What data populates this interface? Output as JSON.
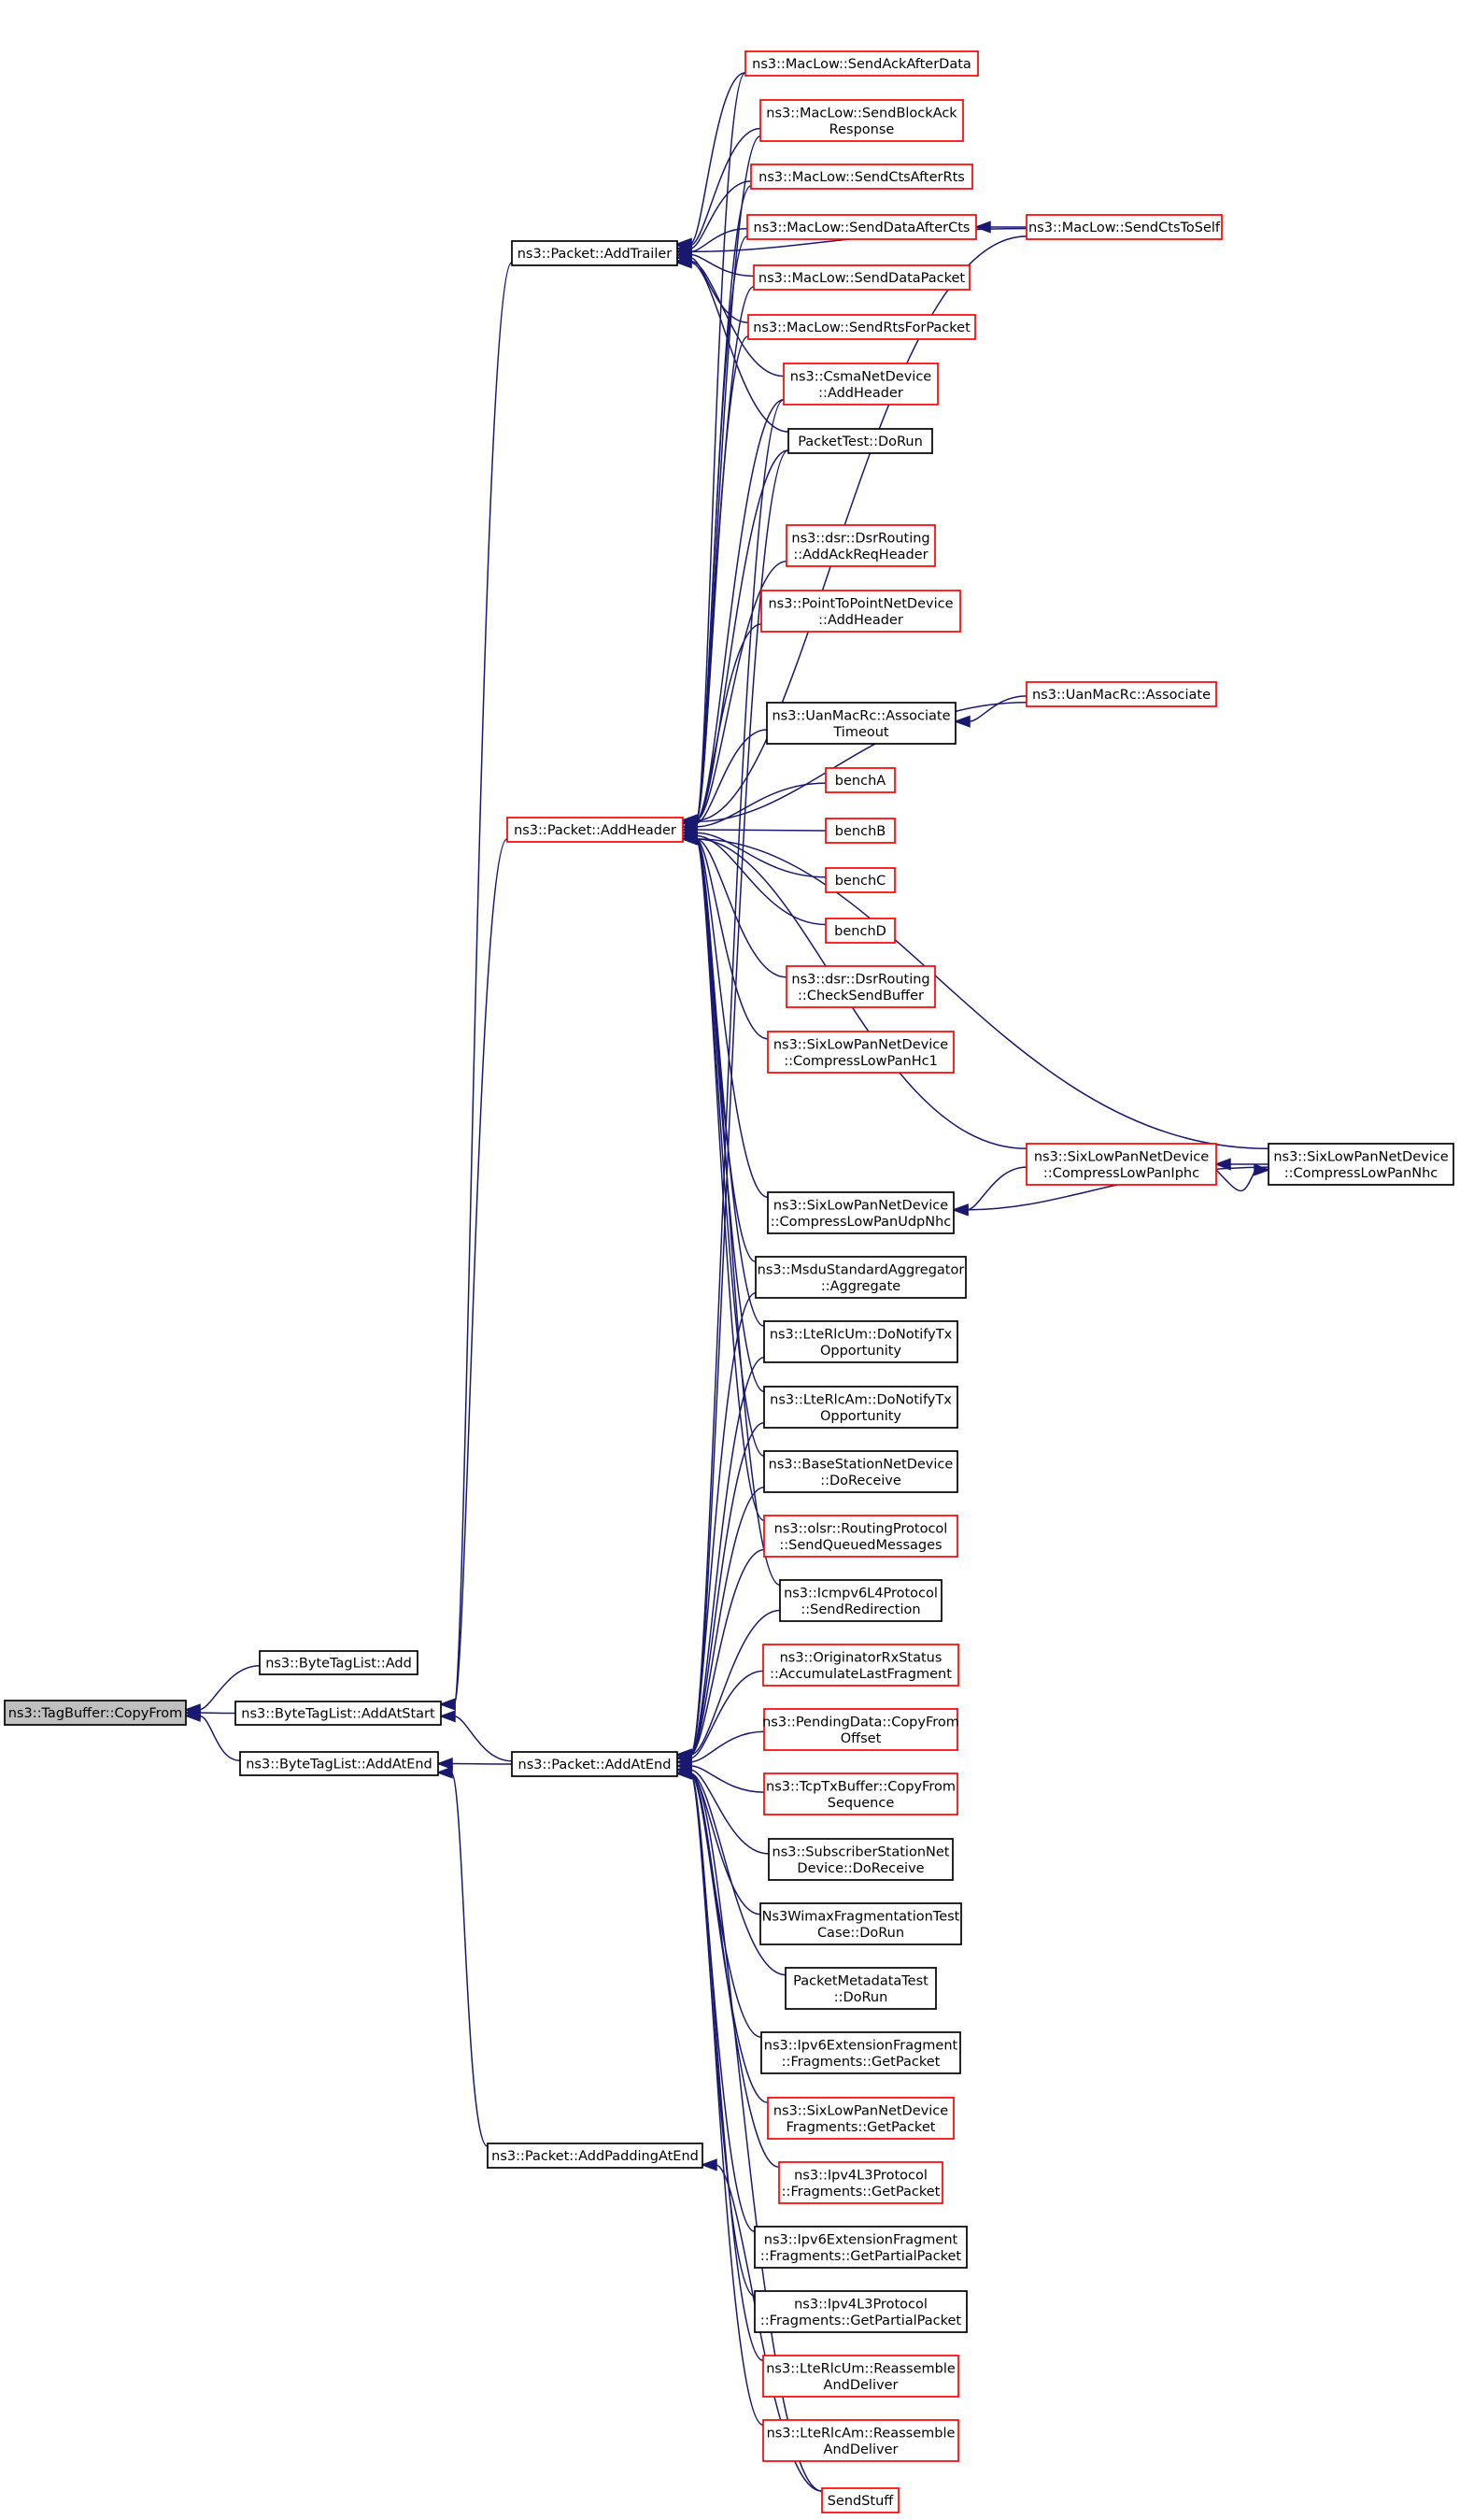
{
  "colors": {
    "edge": "#191970",
    "border_default": "#000000",
    "border_red": "#ff0000",
    "root_fill": "#bfbfbf",
    "node_fill": "#ffffff"
  },
  "nodes": [
    {
      "id": "root",
      "lines": [
        "ns3::TagBuffer::CopyFrom"
      ],
      "style": "root"
    },
    {
      "id": "btl_add",
      "lines": [
        "ns3::ByteTagList::Add"
      ],
      "style": "black"
    },
    {
      "id": "btl_addstart",
      "lines": [
        "ns3::ByteTagList::AddAtStart"
      ],
      "style": "black"
    },
    {
      "id": "btl_addend",
      "lines": [
        "ns3::ByteTagList::AddAtEnd"
      ],
      "style": "black"
    },
    {
      "id": "pkt_trailer",
      "lines": [
        "ns3::Packet::AddTrailer"
      ],
      "style": "black"
    },
    {
      "id": "pkt_header",
      "lines": [
        "ns3::Packet::AddHeader"
      ],
      "style": "red"
    },
    {
      "id": "pkt_atend",
      "lines": [
        "ns3::Packet::AddAtEnd"
      ],
      "style": "black"
    },
    {
      "id": "pkt_padding",
      "lines": [
        "ns3::Packet::AddPaddingAtEnd"
      ],
      "style": "black"
    },
    {
      "id": "ml_ackdata",
      "lines": [
        "ns3::MacLow::SendAckAfterData"
      ],
      "style": "red"
    },
    {
      "id": "ml_blockack",
      "lines": [
        "ns3::MacLow::SendBlockAck",
        "Response"
      ],
      "style": "red"
    },
    {
      "id": "ml_ctsrts",
      "lines": [
        "ns3::MacLow::SendCtsAfterRts"
      ],
      "style": "red"
    },
    {
      "id": "ml_datacts",
      "lines": [
        "ns3::MacLow::SendDataAfterCts"
      ],
      "style": "red"
    },
    {
      "id": "ml_ctsself",
      "lines": [
        "ns3::MacLow::SendCtsToSelf"
      ],
      "style": "red"
    },
    {
      "id": "ml_datapkt",
      "lines": [
        "ns3::MacLow::SendDataPacket"
      ],
      "style": "red"
    },
    {
      "id": "ml_rts",
      "lines": [
        "ns3::MacLow::SendRtsForPacket"
      ],
      "style": "red"
    },
    {
      "id": "csma_hdr",
      "lines": [
        "ns3::CsmaNetDevice",
        "::AddHeader"
      ],
      "style": "red"
    },
    {
      "id": "pkttest",
      "lines": [
        "PacketTest::DoRun"
      ],
      "style": "black"
    },
    {
      "id": "dsr_ack",
      "lines": [
        "ns3::dsr::DsrRouting",
        "::AddAckReqHeader"
      ],
      "style": "red"
    },
    {
      "id": "p2p_hdr",
      "lines": [
        "ns3::PointToPointNetDevice",
        "::AddHeader"
      ],
      "style": "red"
    },
    {
      "id": "uan_assoc_to",
      "lines": [
        "ns3::UanMacRc::Associate",
        "Timeout"
      ],
      "style": "black"
    },
    {
      "id": "uan_assoc",
      "lines": [
        "ns3::UanMacRc::Associate"
      ],
      "style": "red"
    },
    {
      "id": "benchA",
      "lines": [
        "benchA"
      ],
      "style": "red"
    },
    {
      "id": "benchB",
      "lines": [
        "benchB"
      ],
      "style": "red"
    },
    {
      "id": "benchC",
      "lines": [
        "benchC"
      ],
      "style": "red"
    },
    {
      "id": "benchD",
      "lines": [
        "benchD"
      ],
      "style": "red"
    },
    {
      "id": "dsr_csb",
      "lines": [
        "ns3::dsr::DsrRouting",
        "::CheckSendBuffer"
      ],
      "style": "red"
    },
    {
      "id": "six_hc1",
      "lines": [
        "ns3::SixLowPanNetDevice",
        "::CompressLowPanHc1"
      ],
      "style": "red"
    },
    {
      "id": "six_iphc",
      "lines": [
        "ns3::SixLowPanNetDevice",
        "::CompressLowPanIphc"
      ],
      "style": "red"
    },
    {
      "id": "six_nhc",
      "lines": [
        "ns3::SixLowPanNetDevice",
        "::CompressLowPanNhc"
      ],
      "style": "black"
    },
    {
      "id": "six_udpnhc",
      "lines": [
        "ns3::SixLowPanNetDevice",
        "::CompressLowPanUdpNhc"
      ],
      "style": "black"
    },
    {
      "id": "msdu_agg",
      "lines": [
        "ns3::MsduStandardAggregator",
        "::Aggregate"
      ],
      "style": "black"
    },
    {
      "id": "rlcum_tx",
      "lines": [
        "ns3::LteRlcUm::DoNotifyTx",
        "Opportunity"
      ],
      "style": "black"
    },
    {
      "id": "rlcam_tx",
      "lines": [
        "ns3::LteRlcAm::DoNotifyTx",
        "Opportunity"
      ],
      "style": "black"
    },
    {
      "id": "bs_recv",
      "lines": [
        "ns3::BaseStationNetDevice",
        "::DoReceive"
      ],
      "style": "black"
    },
    {
      "id": "olsr_sqm",
      "lines": [
        "ns3::olsr::RoutingProtocol",
        "::SendQueuedMessages"
      ],
      "style": "red"
    },
    {
      "id": "icmp_redir",
      "lines": [
        "ns3::Icmpv6L4Protocol",
        "::SendRedirection"
      ],
      "style": "black"
    },
    {
      "id": "orig_frag",
      "lines": [
        "ns3::OriginatorRxStatus",
        "::AccumulateLastFragment"
      ],
      "style": "red"
    },
    {
      "id": "pend_copy",
      "lines": [
        "ns3::PendingData::CopyFrom",
        "Offset"
      ],
      "style": "red"
    },
    {
      "id": "tcp_copy",
      "lines": [
        "ns3::TcpTxBuffer::CopyFrom",
        "Sequence"
      ],
      "style": "red"
    },
    {
      "id": "ss_recv",
      "lines": [
        "ns3::SubscriberStationNet",
        "Device::DoReceive"
      ],
      "style": "black"
    },
    {
      "id": "wimax_frag",
      "lines": [
        "Ns3WimaxFragmentationTest",
        "Case::DoRun"
      ],
      "style": "black"
    },
    {
      "id": "pktmeta",
      "lines": [
        "PacketMetadataTest",
        "::DoRun"
      ],
      "style": "black"
    },
    {
      "id": "ipv6ext_gp",
      "lines": [
        "ns3::Ipv6ExtensionFragment",
        "::Fragments::GetPacket"
      ],
      "style": "black"
    },
    {
      "id": "six_gp",
      "lines": [
        "ns3::SixLowPanNetDevice",
        "Fragments::GetPacket"
      ],
      "style": "red"
    },
    {
      "id": "ipv4_gp",
      "lines": [
        "ns3::Ipv4L3Protocol",
        "::Fragments::GetPacket"
      ],
      "style": "red"
    },
    {
      "id": "ipv6ext_gpp",
      "lines": [
        "ns3::Ipv6ExtensionFragment",
        "::Fragments::GetPartialPacket"
      ],
      "style": "black"
    },
    {
      "id": "ipv4_gpp",
      "lines": [
        "ns3::Ipv4L3Protocol",
        "::Fragments::GetPartialPacket"
      ],
      "style": "black"
    },
    {
      "id": "rlcum_ras",
      "lines": [
        "ns3::LteRlcUm::Reassemble",
        "AndDeliver"
      ],
      "style": "red"
    },
    {
      "id": "rlcam_ras",
      "lines": [
        "ns3::LteRlcAm::Reassemble",
        "AndDeliver"
      ],
      "style": "red"
    },
    {
      "id": "sendstuff",
      "lines": [
        "SendStuff"
      ],
      "style": "red"
    }
  ],
  "edges": [
    [
      "btl_add",
      "root"
    ],
    [
      "btl_addstart",
      "root"
    ],
    [
      "btl_addend",
      "root"
    ],
    [
      "pkt_trailer",
      "btl_addstart"
    ],
    [
      "pkt_header",
      "btl_addstart"
    ],
    [
      "pkt_atend",
      "btl_addstart"
    ],
    [
      "pkt_atend",
      "btl_addend"
    ],
    [
      "pkt_padding",
      "btl_addend"
    ],
    [
      "ml_ackdata",
      "pkt_trailer"
    ],
    [
      "ml_blockack",
      "pkt_trailer"
    ],
    [
      "ml_ctsrts",
      "pkt_trailer"
    ],
    [
      "ml_datacts",
      "pkt_trailer"
    ],
    [
      "ml_ctsself",
      "pkt_trailer"
    ],
    [
      "ml_datapkt",
      "pkt_trailer"
    ],
    [
      "ml_rts",
      "pkt_trailer"
    ],
    [
      "csma_hdr",
      "pkt_trailer"
    ],
    [
      "pkttest",
      "pkt_trailer"
    ],
    [
      "ml_ctsself",
      "ml_datacts"
    ],
    [
      "ml_ackdata",
      "pkt_header"
    ],
    [
      "ml_blockack",
      "pkt_header"
    ],
    [
      "ml_ctsrts",
      "pkt_header"
    ],
    [
      "ml_datacts",
      "pkt_header"
    ],
    [
      "ml_datapkt",
      "pkt_header"
    ],
    [
      "ml_rts",
      "pkt_header"
    ],
    [
      "csma_hdr",
      "pkt_header"
    ],
    [
      "pkttest",
      "pkt_header"
    ],
    [
      "ml_ctsself",
      "pkt_header"
    ],
    [
      "dsr_ack",
      "pkt_header"
    ],
    [
      "p2p_hdr",
      "pkt_header"
    ],
    [
      "uan_assoc_to",
      "pkt_header"
    ],
    [
      "uan_assoc",
      "pkt_header"
    ],
    [
      "uan_assoc",
      "uan_assoc_to"
    ],
    [
      "benchA",
      "pkt_header"
    ],
    [
      "benchB",
      "pkt_header"
    ],
    [
      "benchC",
      "pkt_header"
    ],
    [
      "benchD",
      "pkt_header"
    ],
    [
      "dsr_csb",
      "pkt_header"
    ],
    [
      "six_hc1",
      "pkt_header"
    ],
    [
      "six_nhc",
      "pkt_header"
    ],
    [
      "six_iphc",
      "pkt_header"
    ],
    [
      "six_udpnhc",
      "pkt_header"
    ],
    [
      "six_iphc",
      "six_udpnhc"
    ],
    [
      "six_nhc",
      "six_udpnhc"
    ],
    [
      "six_nhc",
      "six_iphc"
    ],
    [
      "six_iphc",
      "six_nhc"
    ],
    [
      "msdu_agg",
      "pkt_header"
    ],
    [
      "rlcum_tx",
      "pkt_header"
    ],
    [
      "rlcam_tx",
      "pkt_header"
    ],
    [
      "bs_recv",
      "pkt_header"
    ],
    [
      "olsr_sqm",
      "pkt_header"
    ],
    [
      "icmp_redir",
      "pkt_header"
    ],
    [
      "csma_hdr",
      "pkt_atend"
    ],
    [
      "pkttest",
      "pkt_atend"
    ],
    [
      "msdu_agg",
      "pkt_atend"
    ],
    [
      "rlcum_tx",
      "pkt_atend"
    ],
    [
      "rlcam_tx",
      "pkt_atend"
    ],
    [
      "bs_recv",
      "pkt_atend"
    ],
    [
      "olsr_sqm",
      "pkt_atend"
    ],
    [
      "icmp_redir",
      "pkt_atend"
    ],
    [
      "orig_frag",
      "pkt_atend"
    ],
    [
      "pend_copy",
      "pkt_atend"
    ],
    [
      "tcp_copy",
      "pkt_atend"
    ],
    [
      "ss_recv",
      "pkt_atend"
    ],
    [
      "wimax_frag",
      "pkt_atend"
    ],
    [
      "pktmeta",
      "pkt_atend"
    ],
    [
      "ipv6ext_gp",
      "pkt_atend"
    ],
    [
      "six_gp",
      "pkt_atend"
    ],
    [
      "ipv4_gp",
      "pkt_atend"
    ],
    [
      "ipv6ext_gpp",
      "pkt_atend"
    ],
    [
      "ipv4_gpp",
      "pkt_atend"
    ],
    [
      "rlcum_ras",
      "pkt_atend"
    ],
    [
      "rlcam_ras",
      "pkt_atend"
    ],
    [
      "sendstuff",
      "pkt_atend"
    ],
    [
      "sendstuff",
      "pkt_padding"
    ]
  ]
}
